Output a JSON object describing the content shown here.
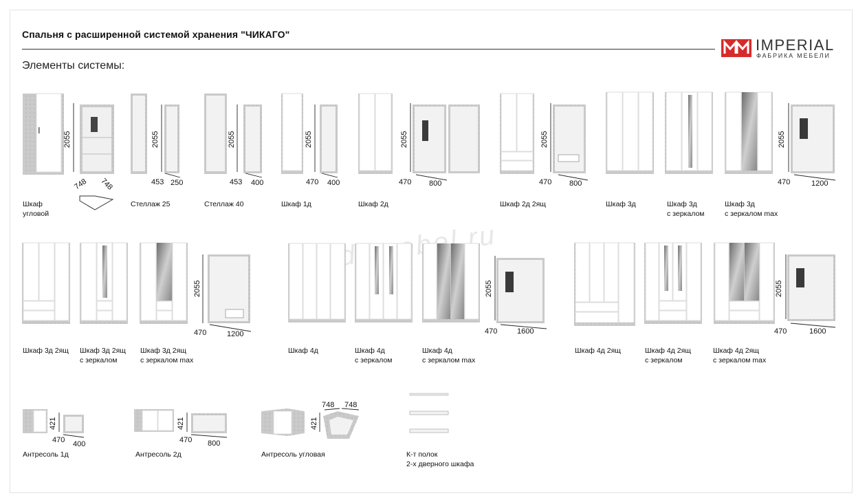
{
  "header": {
    "title": "Спальня с расширенной системой хранения \"ЧИКАГО\"",
    "subtitle": "Элементы системы:"
  },
  "logo": {
    "wordmark": "IMPERIAL",
    "tagline": "ФАБРИКА МЕБЕЛИ",
    "accent": "#d62b2b"
  },
  "watermark": "kdamebel.ru",
  "items": {
    "corner": {
      "line1": "Шкаф",
      "line2": "угловой"
    },
    "rack25": {
      "line1": "Стеллаж 25"
    },
    "rack40": {
      "line1": "Стеллаж 40"
    },
    "w1d": {
      "line1": "Шкаф 1д"
    },
    "w2d": {
      "line1": "Шкаф 2д"
    },
    "w2d2": {
      "line1": "Шкаф 2д 2ящ"
    },
    "w3d": {
      "line1": "Шкаф 3д"
    },
    "w3dm": {
      "line1": "Шкаф 3д",
      "line2": "с зеркалом"
    },
    "w3dmax": {
      "line1": "Шкаф 3д",
      "line2": "с зеркалом max"
    },
    "w3d2": {
      "line1": "Шкаф 3д 2ящ"
    },
    "w3d2m": {
      "line1": "Шкаф 3д 2ящ",
      "line2": "с зеркалом"
    },
    "w3d2max": {
      "line1": "Шкаф 3д 2ящ",
      "line2": "с зеркалом max"
    },
    "w4d": {
      "line1": "Шкаф 4д"
    },
    "w4dm": {
      "line1": "Шкаф 4д",
      "line2": "с зеркалом"
    },
    "w4dmax": {
      "line1": "Шкаф 4д",
      "line2": "с зеркалом max"
    },
    "w4d2": {
      "line1": "Шкаф 4д 2ящ"
    },
    "w4d2m": {
      "line1": "Шкаф 4д 2ящ",
      "line2": "с зеркалом"
    },
    "w4d2max": {
      "line1": "Шкаф 4д 2ящ",
      "line2": "с зеркалом max"
    },
    "ant1": {
      "line1": "Антресоль 1д"
    },
    "ant2": {
      "line1": "Антресоль 2д"
    },
    "antc": {
      "line1": "Антресоль угловая"
    },
    "shelves": {
      "line1": "К-т полок",
      "line2": "2-х дверного шкафа"
    }
  },
  "dims": {
    "h2055": "2055",
    "d748": "748",
    "d453": "453",
    "w250": "250",
    "w400": "400",
    "d470": "470",
    "w800": "800",
    "w1200": "1200",
    "w1600": "1600",
    "h421": "421"
  }
}
